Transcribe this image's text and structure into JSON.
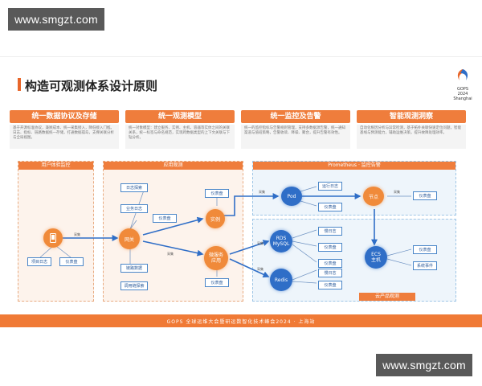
{
  "watermark_top": "www.smgzt.com",
  "watermark_bottom": "www.smgzt.com",
  "slide": {
    "title": "构造可观测体系设计原则",
    "logo_line1": "GOPS 2024",
    "logo_line2": "Shanghai"
  },
  "principles": [
    {
      "title": "统一数据协议及存储",
      "desc": "基于开源标准协议，兼顾成本、统一采集接入，降低接入门槛。日志、指标、链路数据统一存储，打通数据孤岛，支撑关联分析与全局视图。"
    },
    {
      "title": "统一观测模型",
      "desc": "统一对象模型：建立服务、实例、主机、容器等实体之间的关联关系，统一标签与命名规范，实现跨数据类型的上下文关联与下钻分析。"
    },
    {
      "title": "统一监控及告警",
      "desc": "统一的监控指标与告警规则管理，支持多数据源告警，统一通知渠道与值班策略，告警收敛、降噪、聚合，提升告警有效性。"
    },
    {
      "title": "智能观测洞察",
      "desc": "自动化根因分析与异常检测，基于拓扑关联快速定位问题，智能基线与预测能力，辅助运维决策，提升故障处理效率。"
    }
  ],
  "diagram": {
    "panel_user": "用户体验监控",
    "panel_app": "应用观测",
    "panel_prom": "Prometheus · 监控告警",
    "panel_cloud": "云产品观测",
    "client": "客户端",
    "client_edge": "采集",
    "user_boxes": [
      "项目日志",
      "仪表盘"
    ],
    "app_boxes": [
      "日志探索",
      "业务日志",
      "仪表盘",
      "链路数据",
      "调用链探索"
    ],
    "node_gateway": "网关",
    "node_instance": "实例",
    "node_service": "微服务\n应用",
    "app_right_boxes": [
      "仪表盘",
      "仪表盘"
    ],
    "node_pod": "Pod",
    "node_node": "节点",
    "node_rds": "RDS\nMySQL",
    "node_redis": "Redis",
    "node_ecs": "ECS\n主机",
    "prom_boxes": [
      "运行日志",
      "仪表盘",
      "仪表盘"
    ],
    "cloud_boxes": [
      "慢日志",
      "仪表盘",
      "仪表盘",
      "慢日志",
      "仪表盘"
    ],
    "ecs_boxes": [
      "仪表盘",
      "系统事件"
    ],
    "edge_labels": [
      "采集",
      "采集",
      "采集",
      "采集",
      "采集"
    ]
  },
  "footer": "GOPS 全球运维大会暨研运数智化技术峰会2024 · 上海站"
}
